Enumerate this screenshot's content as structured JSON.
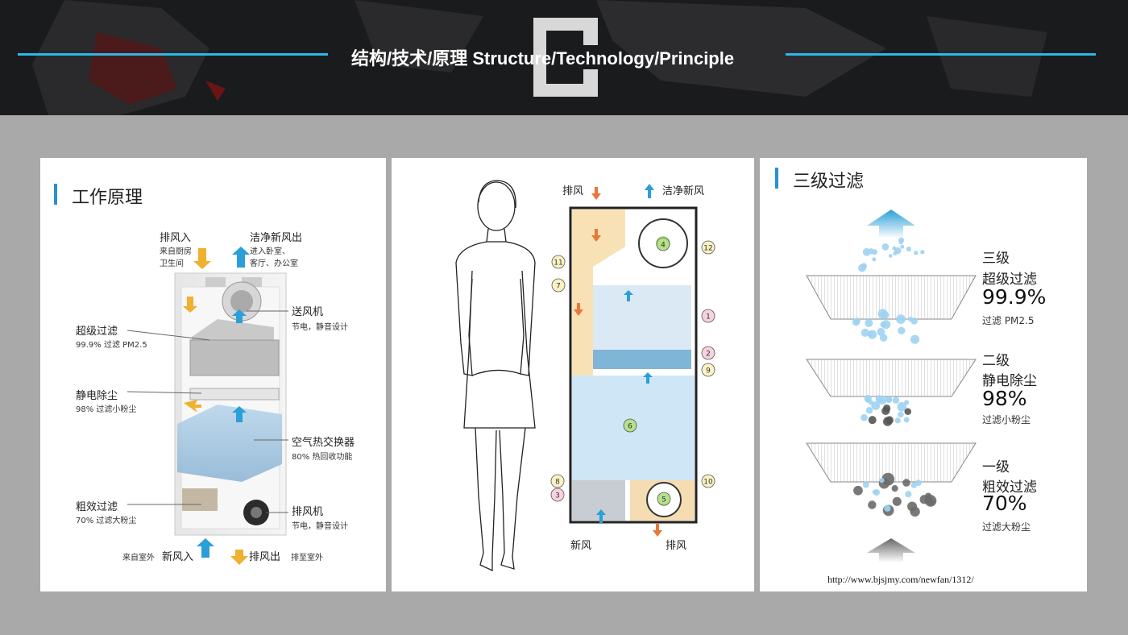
{
  "banner": {
    "title": "结构/技术/原理  Structure/Technology/Principle"
  },
  "panel1": {
    "title": "工作原理",
    "exhaust_in": "排风入",
    "exhaust_in_sub1": "来自厨房",
    "exhaust_in_sub2": "卫生间",
    "fresh_out": "洁净新风出",
    "fresh_out_sub1": "进入卧室、",
    "fresh_out_sub2": "客厅、办公室",
    "supply_fan": "送风机",
    "supply_fan_sub": "节电，静音设计",
    "super_filter": "超级过滤",
    "super_filter_sub": "99.9% 过滤 PM2.5",
    "electro": "静电除尘",
    "electro_sub": "98% 过滤小粉尘",
    "exchanger": "空气热交换器",
    "exchanger_sub": "80% 热回收功能",
    "coarse": "粗效过滤",
    "coarse_sub": "70% 过滤大粉尘",
    "exhaust_fan": "排风机",
    "exhaust_fan_sub": "节电，静音设计",
    "from_outside": "来自室外",
    "fresh_in": "新风入",
    "exhaust_out": "排风出",
    "to_outside": "排至室外"
  },
  "panel2": {
    "exhaust_top": "排风",
    "fresh_top": "洁净新风",
    "fresh_bottom": "新风",
    "exhaust_bottom": "排风",
    "markers": [
      "1",
      "2",
      "3",
      "4",
      "5",
      "6",
      "7",
      "8",
      "9",
      "10",
      "11",
      "12"
    ]
  },
  "panel3": {
    "title": "三级过滤",
    "level3": "三级",
    "level3_name": "超级过滤",
    "level3_pct": "99.9%",
    "level3_sub": "过滤 PM2.5",
    "level2": "二级",
    "level2_name": "静电除尘",
    "level2_pct": "98%",
    "level2_sub": "过滤小粉尘",
    "level1": "一级",
    "level1_name": "粗效过滤",
    "level1_pct": "70%",
    "level1_sub": "过滤大粉尘",
    "url": "http://www.bjsjmy.com/newfan/1312/"
  },
  "colors": {
    "accent": "#2ab8e8",
    "blue_arrow": "#2a9fd8",
    "orange_arrow": "#e8773a",
    "yellow_arrow": "#f0b030"
  }
}
